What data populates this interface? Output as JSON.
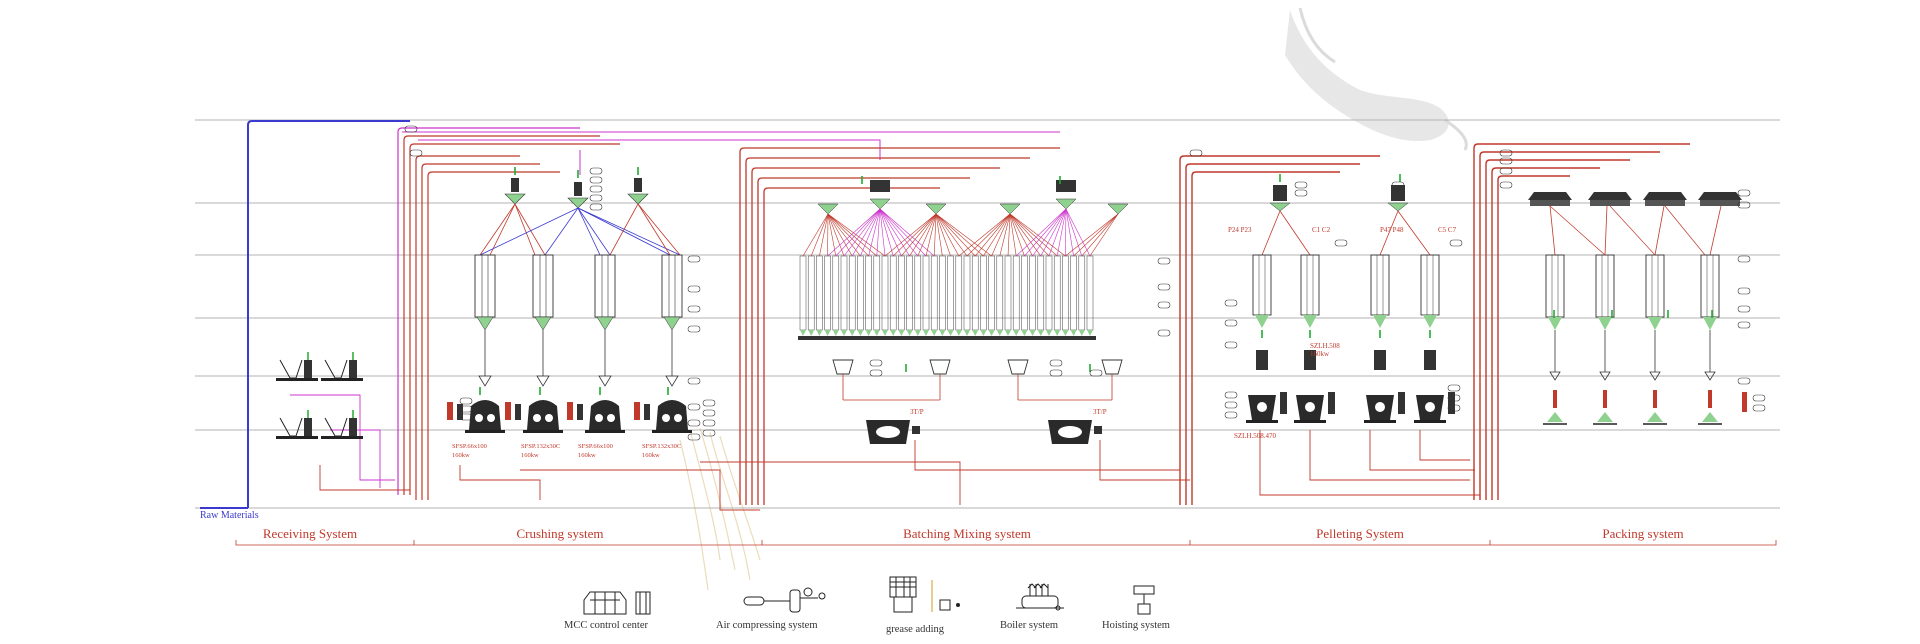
{
  "raw_materials_label": "Raw Materials",
  "sections": [
    {
      "key": "receiving",
      "label": "Receiving System"
    },
    {
      "key": "crushing",
      "label": "Crushing system"
    },
    {
      "key": "batching",
      "label": "Batching Mixing system"
    },
    {
      "key": "pelleting",
      "label": "Pelleting System"
    },
    {
      "key": "packing",
      "label": "Packing system"
    }
  ],
  "crusher_labels": [
    {
      "model": "SFSP.66x100",
      "power": "160kw"
    },
    {
      "model": "SFSP.132x30C",
      "power": "160kw"
    },
    {
      "model": "SFSP.66x100",
      "power": "160kw"
    },
    {
      "model": "SFSP.132x30C",
      "power": "160kw"
    }
  ],
  "mixer_labels": [
    "3T/P",
    "3T/P"
  ],
  "pellet_labels": {
    "bin_a": "P24 P23",
    "bin_b": "C1 C2",
    "bin_c": "P47 P48",
    "bin_d": "C5 C7",
    "cooler": "SZLH.508",
    "cooler_power": "160kw",
    "mill": "SZLH.508.470"
  },
  "auxiliary": [
    {
      "key": "mcc",
      "label": "MCC control center",
      "icon": "mcc-panel-icon"
    },
    {
      "key": "air",
      "label": "Air compressing system",
      "icon": "air-compressor-icon"
    },
    {
      "key": "grease",
      "label": "grease adding",
      "icon": "grease-tank-icon"
    },
    {
      "key": "boiler",
      "label": "Boiler system",
      "icon": "boiler-icon"
    },
    {
      "key": "hoist",
      "label": "Hoisting system",
      "icon": "hoist-icon"
    }
  ],
  "colors": {
    "flow_red": "#c0392b",
    "flow_blue": "#3a3ad0",
    "flow_magenta": "#cc33cc",
    "equipment_dark": "#222222",
    "green_marker": "#22aa33",
    "floor_line": "#9a9a9a"
  }
}
